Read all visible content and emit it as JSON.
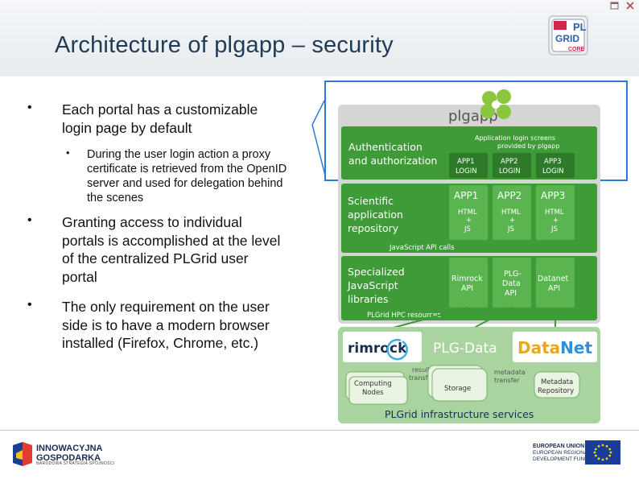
{
  "slide": {
    "title": "Architecture of plgapp – security"
  },
  "bullets": [
    {
      "text_lines": [
        "Each portal has a customizable",
        "login page by default"
      ]
    },
    {
      "text_lines": [
        "During the user login action a proxy",
        "certificate is retrieved from the OpenID",
        "server and used for delegation behind",
        "the scenes"
      ]
    },
    {
      "text_lines": [
        "Granting access to individual",
        "portals is accomplished at the level",
        "of the centralized PLGrid user",
        "portal"
      ]
    },
    {
      "text_lines": [
        "The only requirement on the user",
        "side is to have a modern browser",
        "installed (Firefox, Chrome, etc.)"
      ]
    }
  ],
  "bullet_glyph": "•",
  "top_logo": {
    "line1": "PL",
    "line2": "GRID",
    "line3": "CORE"
  },
  "diagram": {
    "brand": "plgapp",
    "login_note": [
      "Application login screens",
      "provided by plgapp"
    ],
    "auth": [
      "Authentication",
      "and authorization"
    ],
    "logins": [
      [
        "APP1",
        "LOGIN"
      ],
      [
        "APP2",
        "LOGIN"
      ],
      [
        "APP3",
        "LOGIN"
      ]
    ],
    "repo": [
      "Scientific",
      "application",
      "repository"
    ],
    "apps": [
      {
        "name": "APP1",
        "tech": [
          "HTML",
          "+",
          "JS"
        ]
      },
      {
        "name": "APP2",
        "tech": [
          "HTML",
          "+",
          "JS"
        ]
      },
      {
        "name": "APP3",
        "tech": [
          "HTML",
          "+",
          "JS"
        ]
      }
    ],
    "js_calls": "JavaScript API calls",
    "libs": [
      "Specialized",
      "JavaScript",
      "libraries"
    ],
    "apis": [
      [
        "Rimrock",
        "API"
      ],
      [
        "PLG-",
        "Data",
        "API"
      ],
      [
        "Datanet",
        "API"
      ]
    ],
    "hpc": "PLGrid HPC resources",
    "services": [
      "rimrock",
      "PLG-Data",
      "DataNet"
    ],
    "result_transfer": [
      "result",
      "transfer"
    ],
    "metadata_transfer": [
      "metadata",
      "transfer"
    ],
    "computing": [
      "Computing",
      "Nodes"
    ],
    "storage": "Storage",
    "metadata_repo": [
      "Metadata",
      "Repository"
    ],
    "infra": "PLGrid infrastructure services"
  },
  "footer": {
    "ig_title": [
      "INNOWACYJNA",
      "GOSPODARKA"
    ],
    "ig_sub": "NARODOWA STRATEGIA SPÓJNOŚCI",
    "eu": [
      "EUROPEAN UNION",
      "EUROPEAN REGIONAL",
      "DEVELOPMENT FUND"
    ]
  },
  "colors": {
    "title": "#1f3b57",
    "green_dark": "#3f9a38",
    "green_mid": "#5ab550",
    "green_light": "#8ccd80",
    "grey_panel": "#d4d6d4",
    "frame_blue": "#2a7ad6",
    "datanet_orange": "#e8a71d",
    "datanet_blue": "#2f8fd8"
  }
}
